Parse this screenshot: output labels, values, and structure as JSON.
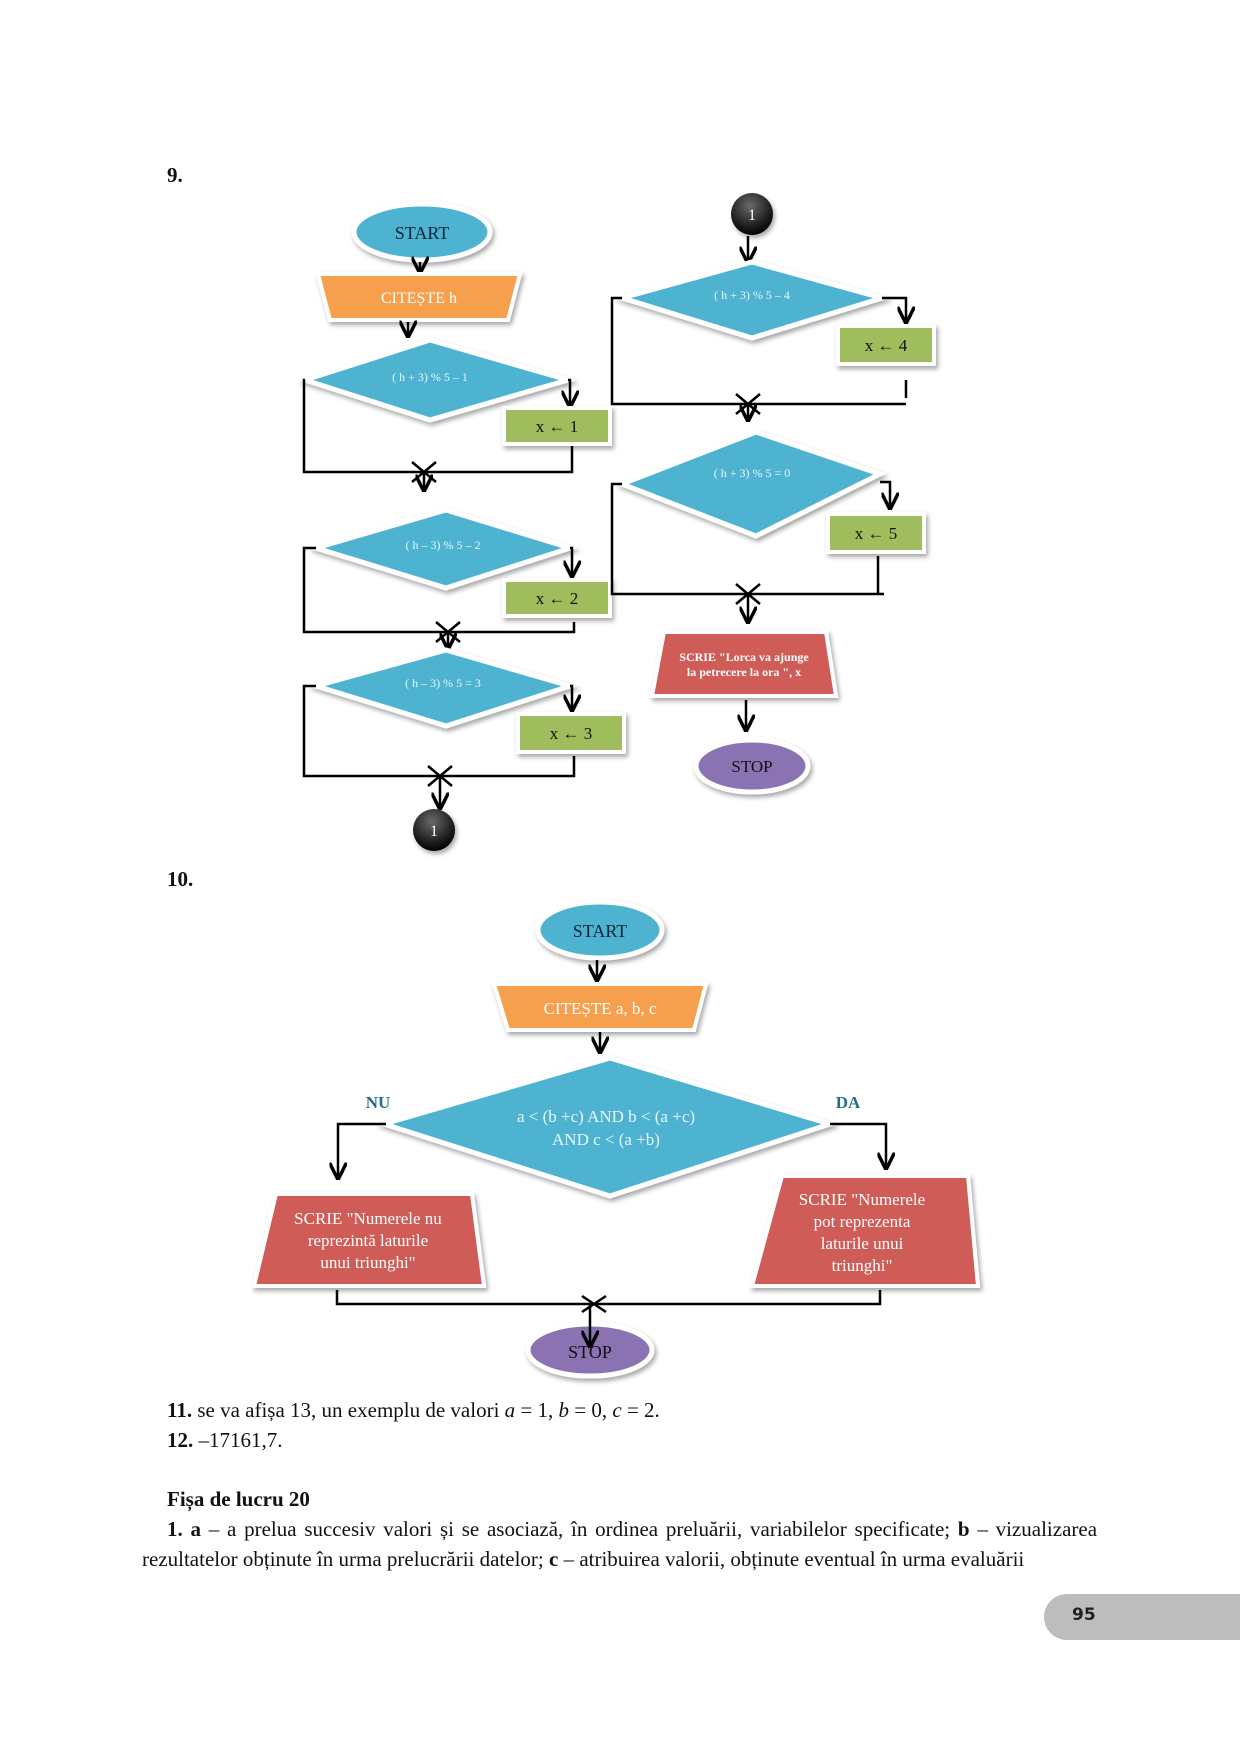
{
  "document": {
    "page_number": "95",
    "sections": {
      "s9": {
        "number": "9.",
        "flowchart_left": {
          "start": "START",
          "read": "CITEȘTE h",
          "cond1": "( h + 3) % 5 – 1",
          "assign1": "x ← 1",
          "cond2": "( h – 3) % 5 – 2",
          "assign2": "x ← 2",
          "cond3": "( h – 3) % 5 = 3",
          "assign3": "x ← 3",
          "connector": "1"
        },
        "flowchart_right": {
          "connector": "1",
          "cond4": "( h + 3) % 5 – 4",
          "assign4": "x ← 4",
          "cond5": "( h + 3) % 5 = 0",
          "assign5": "x ← 5",
          "write_line1": "SCRIE \"Lorca va ajunge",
          "write_line2": "la petrecere la ora \", x",
          "stop": "STOP"
        }
      },
      "s10": {
        "number": "10.",
        "start": "START",
        "read": "CITEȘTE a, b, c",
        "cond_line1": "a < (b +c) AND b < (a +c)",
        "cond_line2": "AND c < (a +b)",
        "no_label": "NU",
        "yes_label": "DA",
        "write_no": [
          "SCRIE \"Numerele nu",
          "reprezintă laturile",
          "unui triunghi\""
        ],
        "write_yes": [
          "SCRIE \"Numerele",
          "pot reprezenta",
          "laturile unui",
          "triunghi\""
        ],
        "stop": "STOP"
      },
      "s11": {
        "number": "11.",
        "text_a": " se va afișa 13, un exemplu de valori ",
        "var_a": "a",
        "val_a": " = 1, ",
        "var_b": "b",
        "val_b": " = 0, ",
        "var_c": "c",
        "val_c": " = 2."
      },
      "s12": {
        "number": "12.",
        "text": " –17161,7."
      },
      "worksheet": {
        "title": "Fișa de lucru 20",
        "item_number": "1.",
        "a_label": "a",
        "a_text": " – a prelua succesiv valori și se asociază, în ordinea preluării, variabilelor specificate; ",
        "b_label": "b",
        "b_text": " – vizualizarea rezultatelor obținute în urma prelucrării datelor; ",
        "c_label": "c",
        "c_text": " – atribuirea valorii, obținute eventual în urma evaluării"
      }
    },
    "colors": {
      "terminal_blue": "#4db3d0",
      "terminal_purple": "#8b72b3",
      "read_orange": "#f6a04d",
      "decision_blue": "#4db3d0",
      "process_green": "#9fbd5b",
      "write_red": "#cf5b57",
      "connector_dark": "#2a2a2a",
      "label_teal": "#1f6f8b",
      "page_tab_gray": "#bdbdbd"
    }
  }
}
